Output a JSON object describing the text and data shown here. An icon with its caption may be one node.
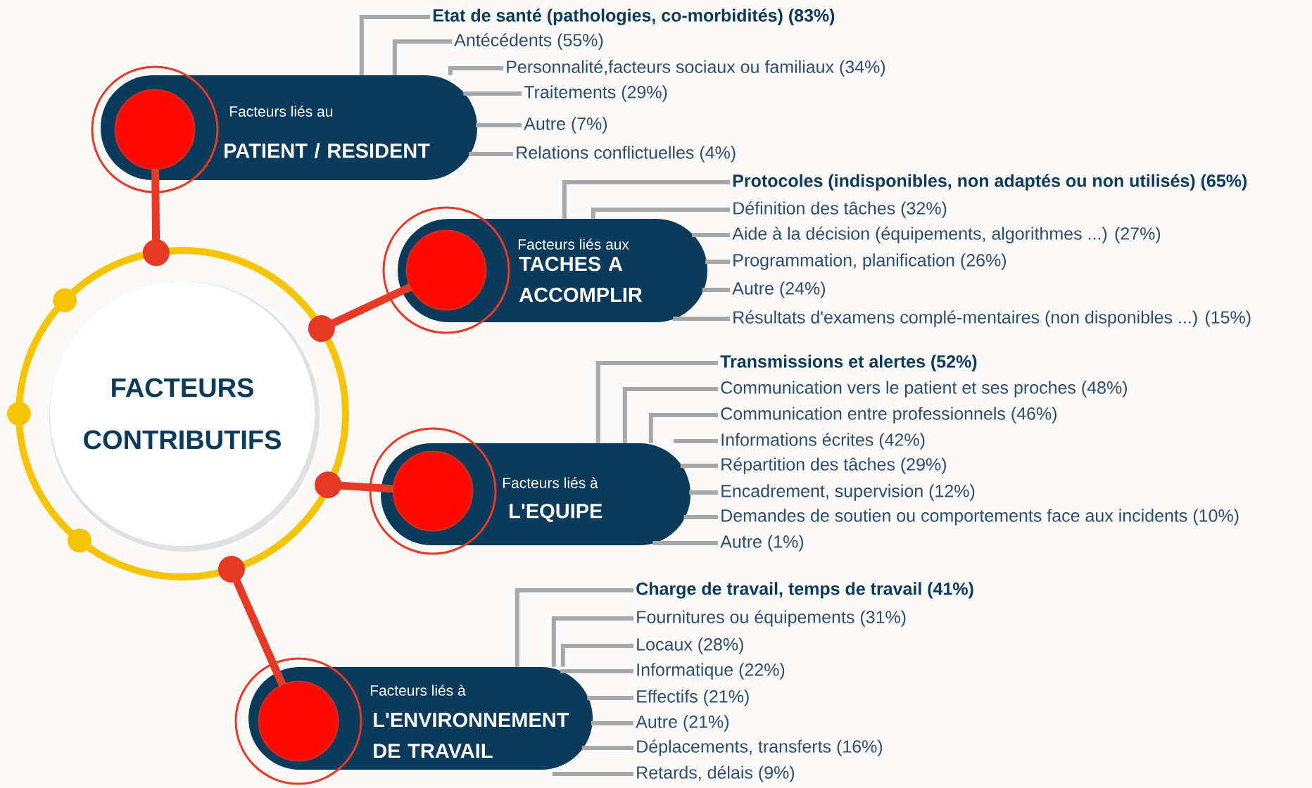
{
  "diagram": {
    "nodes": [
      {
        "text": [
          "FACTEURS CONTRIBUTIFS"
        ]
      },
      {
        "text": [
          "Facteurs liés au",
          "PATIENT / RESIDENT"
        ]
      },
      {
        "text": [
          "Etat de santé (pathologies, co-morbidités) (83%)"
        ]
      },
      {
        "text": [
          "Antécédents (55%)"
        ]
      },
      {
        "text": [
          "Personnalité,facteurs sociaux ou familiaux (34%)"
        ]
      },
      {
        "text": [
          "Traitements (29%)"
        ]
      },
      {
        "text": [
          "Autre (7%)"
        ]
      },
      {
        "text": [
          "Relations conflictuelles (4%)"
        ]
      },
      {
        "text": [
          "Facteurs liés aux",
          "TACHES A ACCOMPLIR"
        ]
      },
      {
        "text": [
          "Protocoles (indisponibles, non adaptés ou non utilisés) (65%)"
        ]
      },
      {
        "text": [
          "Définition des tâches (32%)"
        ]
      },
      {
        "text": [
          "Aide à la décision (équipements, algorithmes ...) (27%)"
        ]
      },
      {
        "text": [
          "Programmation, planification (26%)"
        ]
      },
      {
        "text": [
          "Autre (24%)"
        ]
      },
      {
        "text": [
          "Résultats d'examens complé-mentaires  (non disponibles ...) (15%)"
        ]
      },
      {
        "text": [
          "Facteurs liés à",
          "L'EQUIPE"
        ]
      },
      {
        "text": [
          "Transmissions et alertes (52%)"
        ]
      },
      {
        "text": [
          "Communication vers le patient et ses proches (48%)"
        ]
      },
      {
        "text": [
          "Communication entre professionnels (46%)"
        ]
      },
      {
        "text": [
          "Informations écrites (42%)"
        ]
      },
      {
        "text": [
          "Répartition des tâches (29%)"
        ]
      },
      {
        "text": [
          "Encadrement, supervision (12%)"
        ]
      },
      {
        "text": [
          "Demandes de soutien ou comportements face aux incidents  (10%)"
        ]
      },
      {
        "text": [
          "Autre (1%)"
        ]
      },
      {
        "text": [
          "Facteurs liés à",
          "L'ENVIRONNEMENT DE TRAVAIL"
        ]
      },
      {
        "text": [
          "Charge de travail, temps de travail (41%)"
        ]
      },
      {
        "text": [
          "Fournitures ou équipements (31%)"
        ]
      },
      {
        "text": [
          "Locaux (28%)"
        ]
      },
      {
        "text": [
          "Informatique (22%)"
        ]
      },
      {
        "text": [
          "Effectifs (21%)"
        ]
      },
      {
        "text": [
          "Autre (21%)"
        ]
      },
      {
        "text": [
          "Déplacements, transferts (16%)"
        ]
      },
      {
        "text": [
          "Retards, délais (9%)"
        ]
      }
    ],
    "edges": [
      {
        "from": 0,
        "to": 1,
        "arrow": "other",
        "style": "thick",
        "color": "#e63a26"
      },
      {
        "from": 0,
        "to": 8,
        "arrow": "other",
        "style": "thick",
        "color": "#e63a26"
      },
      {
        "from": 0,
        "to": 15,
        "arrow": "other",
        "style": "thick",
        "color": "#e63a26"
      },
      {
        "from": 0,
        "to": 24,
        "arrow": "other",
        "style": "thick",
        "color": "#e63a26"
      },
      {
        "from": 1,
        "to": 2,
        "arrow": "none"
      },
      {
        "from": 1,
        "to": 3,
        "arrow": "none"
      },
      {
        "from": 1,
        "to": 4,
        "arrow": "none"
      },
      {
        "from": 1,
        "to": 5,
        "arrow": "none"
      },
      {
        "from": 1,
        "to": 6,
        "arrow": "none"
      },
      {
        "from": 1,
        "to": 7,
        "arrow": "none"
      },
      {
        "from": 8,
        "to": 9,
        "arrow": "none"
      },
      {
        "from": 8,
        "to": 10,
        "arrow": "none"
      },
      {
        "from": 8,
        "to": 11,
        "arrow": "none"
      },
      {
        "from": 8,
        "to": 12,
        "arrow": "none"
      },
      {
        "from": 8,
        "to": 13,
        "arrow": "none"
      },
      {
        "from": 8,
        "to": 14,
        "arrow": "none"
      },
      {
        "from": 15,
        "to": 16,
        "arrow": "none"
      },
      {
        "from": 15,
        "to": 17,
        "arrow": "none"
      },
      {
        "from": 15,
        "to": 18,
        "arrow": "none"
      },
      {
        "from": 15,
        "to": 19,
        "arrow": "none"
      },
      {
        "from": 15,
        "to": 20,
        "arrow": "none"
      },
      {
        "from": 15,
        "to": 21,
        "arrow": "none"
      },
      {
        "from": 15,
        "to": 22,
        "arrow": "none"
      },
      {
        "from": 15,
        "to": 23,
        "arrow": "none"
      },
      {
        "from": 24,
        "to": 25,
        "arrow": "none"
      },
      {
        "from": 24,
        "to": 26,
        "arrow": "none"
      },
      {
        "from": 24,
        "to": 27,
        "arrow": "none"
      },
      {
        "from": 24,
        "to": 28,
        "arrow": "none"
      },
      {
        "from": 24,
        "to": 29,
        "arrow": "none"
      },
      {
        "from": 24,
        "to": 30,
        "arrow": "none"
      },
      {
        "from": 24,
        "to": 31,
        "arrow": "none"
      },
      {
        "from": 24,
        "to": 32,
        "arrow": "none"
      }
    ]
  }
}
